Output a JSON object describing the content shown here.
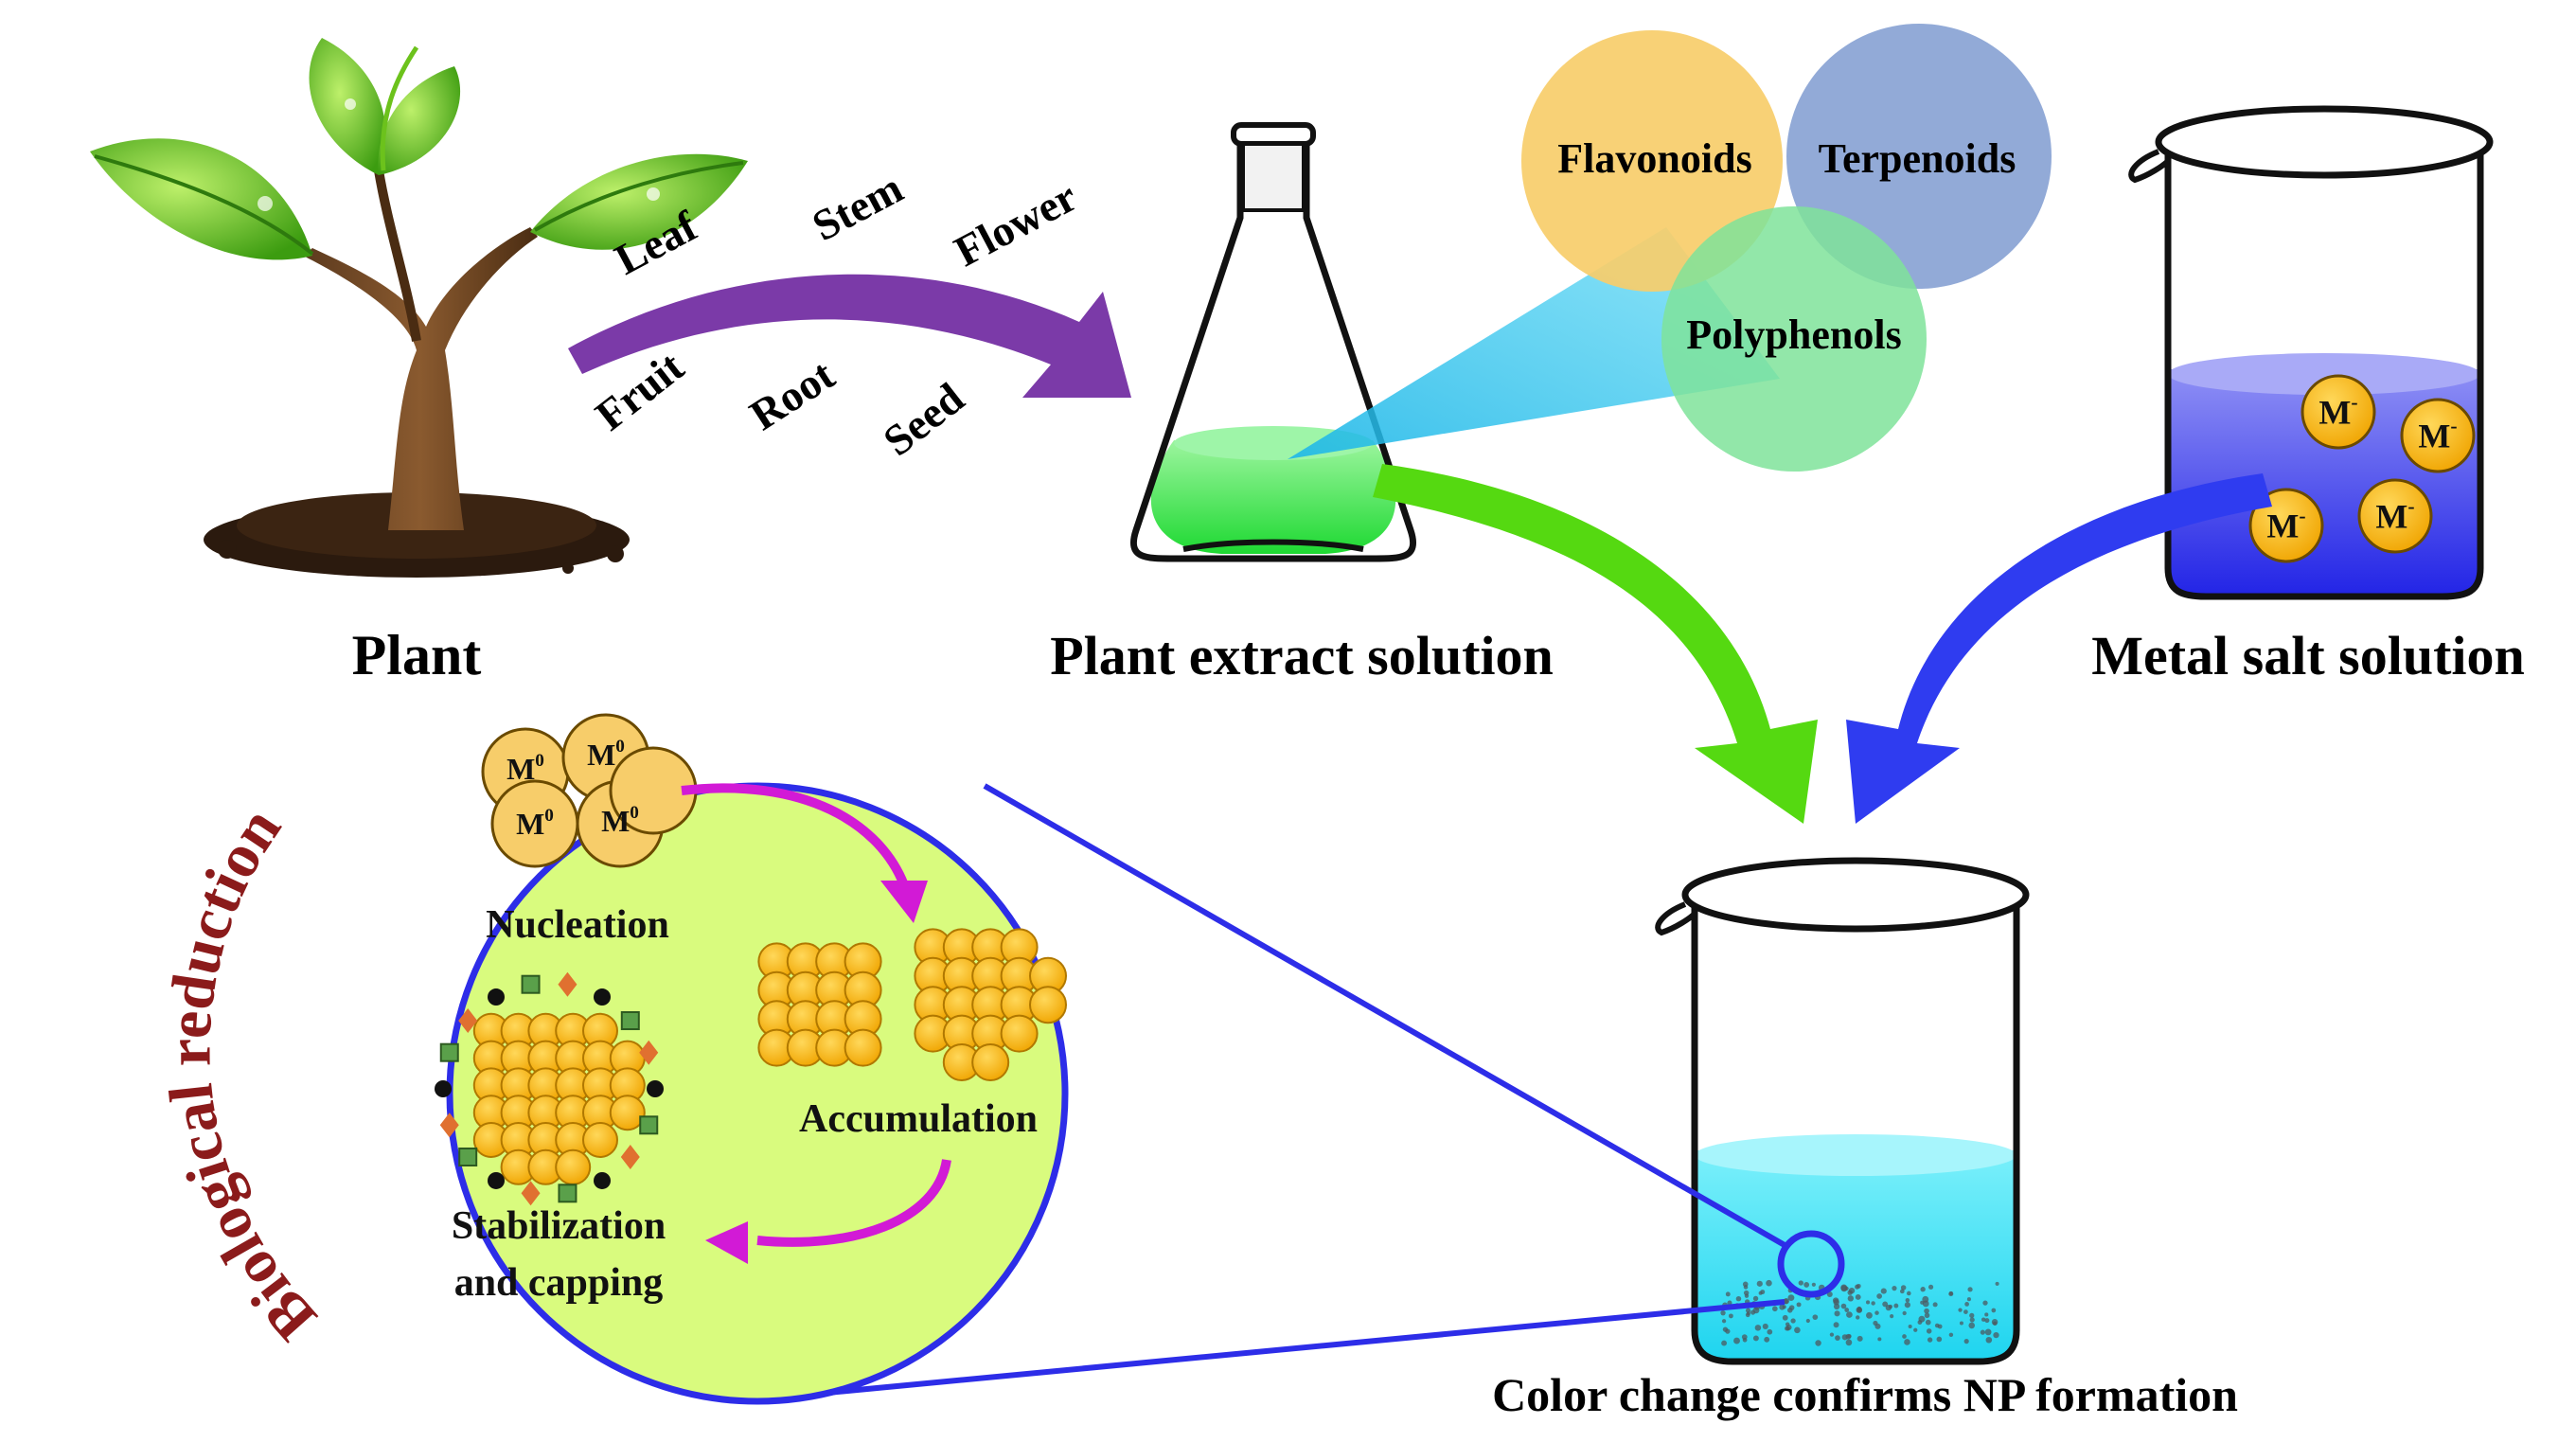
{
  "plant": {
    "label": "Plant",
    "parts": [
      "Leaf",
      "Stem",
      "Flower",
      "Fruit",
      "Root",
      "Seed"
    ]
  },
  "extract": {
    "label": "Plant extract solution",
    "compounds": [
      "Flavonoids",
      "Terpenoids",
      "Polyphenols"
    ]
  },
  "metal_salt": {
    "label": "Metal salt solution",
    "ion_base": "M",
    "ion_charge": "-"
  },
  "product": {
    "label": "Color change confirms NP formation"
  },
  "reduction": {
    "title": "Biological reduction",
    "atom_base": "M",
    "atom_charge": "0",
    "steps": [
      "Nucleation",
      "Accumulation",
      "Stabilization",
      "and capping"
    ]
  },
  "colors": {
    "arrow_purple": "#7b3aa8",
    "arrow_green": "#55d911",
    "arrow_blue": "#2f3cf0",
    "arrow_magenta": "#d21ad6",
    "reduction_title": "#8b1b1b",
    "circle_fill": "#d9fb7e",
    "circle_border": "#2d2de8",
    "flavonoids": "#f7cd6a",
    "terpenoids": "#7f9bd0",
    "polyphenols": "#7fe39a",
    "particle": "#f5b90f",
    "extract_liquid": "#38e84a",
    "metal_liquid": "#3e3ff0",
    "product_liquid": "#3ee0f5"
  }
}
